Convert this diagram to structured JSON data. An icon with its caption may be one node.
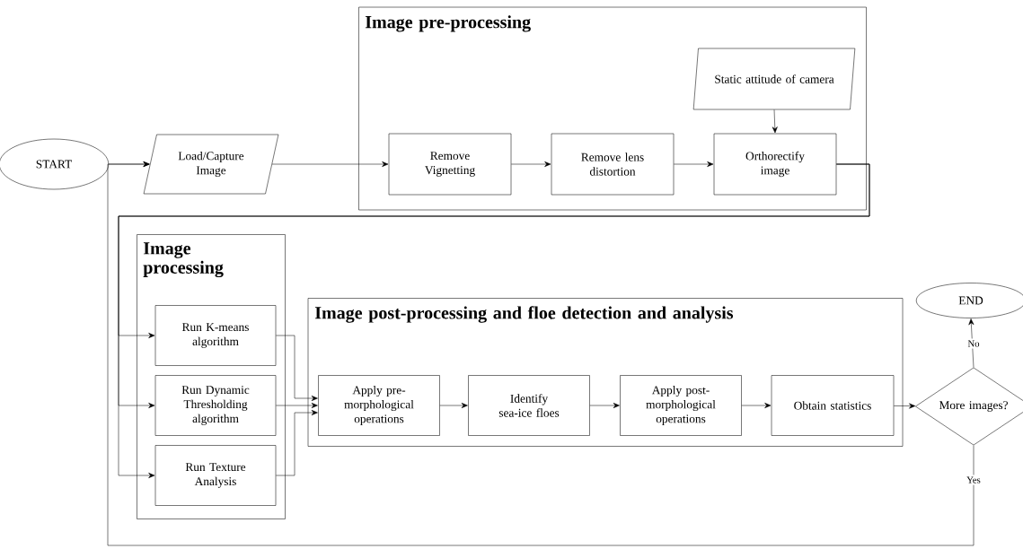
{
  "diagram": {
    "nodes": [
      {
        "text": [
          "START"
        ]
      },
      {
        "text": [
          "Load/Capture Image"
        ]
      },
      {
        "text": [
          "Image pre-processing"
        ]
      },
      {
        "text": [
          "Static attitude of camera"
        ],
        "in": 2
      },
      {
        "text": [
          "Remove Vignetting"
        ],
        "in": 2
      },
      {
        "text": [
          "Remove lens distortion"
        ],
        "in": 2
      },
      {
        "text": [
          "Orthorectify image"
        ],
        "in": 2
      },
      {
        "text": [
          "Image processing"
        ]
      },
      {
        "text": [
          "Run K-means algorithm"
        ],
        "in": 7
      },
      {
        "text": [
          "Run Dynamic Thresholding algorithm"
        ],
        "in": 7
      },
      {
        "text": [
          "Run Texture Analysis"
        ],
        "in": 7
      },
      {
        "text": [
          "Image post-processing and floe detection and analysis"
        ]
      },
      {
        "text": [
          "Apply pre-morphological operations"
        ],
        "in": 11
      },
      {
        "text": [
          "Identify sea-ice floes"
        ],
        "in": 11
      },
      {
        "text": [
          "Apply post-morphological operations"
        ],
        "in": 11
      },
      {
        "text": [
          "Obtain statistics"
        ],
        "in": 11
      },
      {
        "text": [
          "More images?"
        ]
      },
      {
        "text": [
          "END"
        ]
      }
    ],
    "edges": [
      {
        "from": 0,
        "to": 1,
        "arrow": "to"
      },
      {
        "from": 1,
        "to": 4,
        "arrow": "to"
      },
      {
        "from": 4,
        "to": 5,
        "arrow": "to"
      },
      {
        "from": 5,
        "to": 6,
        "arrow": "to"
      },
      {
        "from": 3,
        "to": 6,
        "arrow": "to"
      },
      {
        "from": 6,
        "to": 8,
        "arrow": "to"
      },
      {
        "from": 6,
        "to": 9,
        "arrow": "to"
      },
      {
        "from": 6,
        "to": 10,
        "arrow": "to"
      },
      {
        "from": 8,
        "to": 12,
        "arrow": "to"
      },
      {
        "from": 9,
        "to": 12,
        "arrow": "to"
      },
      {
        "from": 10,
        "to": 12,
        "arrow": "to"
      },
      {
        "from": 12,
        "to": 13,
        "arrow": "to"
      },
      {
        "from": 13,
        "to": 14,
        "arrow": "to"
      },
      {
        "from": 14,
        "to": 15,
        "arrow": "to"
      },
      {
        "from": 15,
        "to": 16,
        "arrow": "to"
      },
      {
        "from": 16,
        "to": 17,
        "label": "No",
        "arrow": "to"
      },
      {
        "from": 16,
        "to": 1,
        "label": "Yes",
        "arrow": "to"
      }
    ]
  }
}
